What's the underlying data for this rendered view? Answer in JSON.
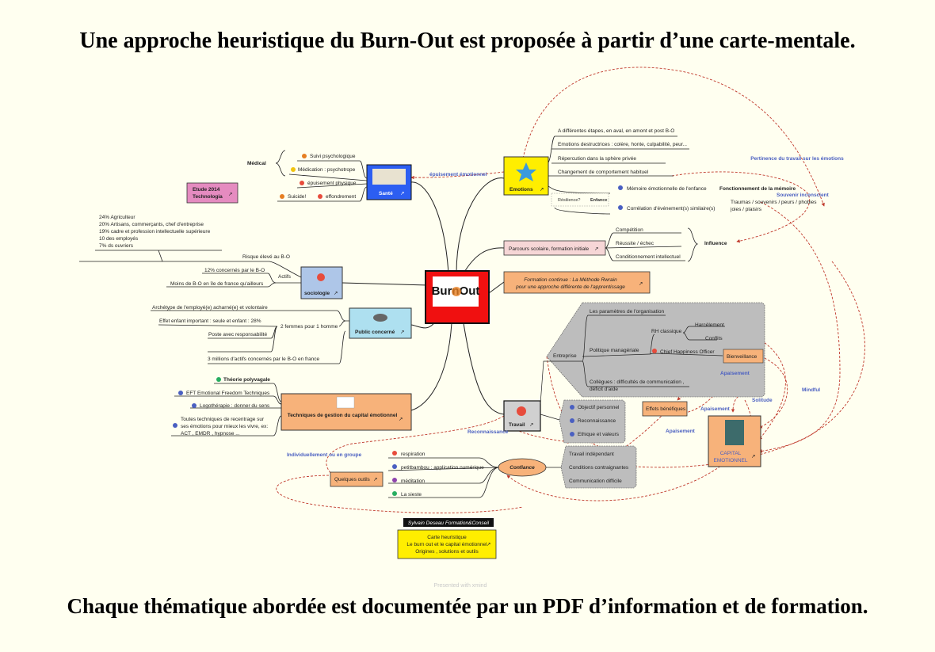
{
  "title": "Une approche heuristique du Burn-Out est proposée à partir d’une carte-mentale.",
  "footer": "Chaque thématique abordée est documentée par un PDF d’information et de formation.",
  "mindmap": {
    "center": "BurnOut",
    "emotions": {
      "label": "Emotions",
      "items": [
        "A différentes étapes, en aval, en amont et post B-O",
        "Emotions destructrices : colère, honte, culpabilité, peur...",
        "Répercution dans la sphère privée",
        "Changement de comportement habituel"
      ],
      "memoire_item": "Mémoire émotionnelle de l'enfance",
      "correlation_item": "Corrélation d'événement(s) similaire(s)",
      "resilience": "Résilience?",
      "enfance": "Enfance",
      "fonctionnement": "Fonctionnement de la mémoire",
      "traumas": "Traumas / souvenirs / peurs / phobies",
      "joies": "joies / plaisirs",
      "pertinence": "Pertinence du travail sur les émotions",
      "souvenir": "Souvenir inconscient"
    },
    "parcours": {
      "label": "Parcours scolaire, formation initiale",
      "items": [
        "Compétition",
        "Réussite / échec",
        "Conditionnement intellectuel"
      ],
      "influence": "Influence"
    },
    "formation": {
      "line1": "Formation continue : La Méthode Rwrain",
      "line2": "pour une approche différente de l'apprentissage"
    },
    "sante": {
      "label": "Santé",
      "edge": "épuisement émotionnel",
      "medical": "Médical",
      "items": [
        "Suivi psychologique",
        "Médication : psychotrope",
        "épuisement physique"
      ],
      "suicide": "Suicide!",
      "effondrement": "effondrement"
    },
    "etude": {
      "line1": "Etude 2014",
      "line2": "Technologia"
    },
    "stats": [
      "24% Agriculteur",
      "20% Artisans, commerçants, chef d'entreprise",
      "19% cadre et profession intellectuelle supérieure",
      "10 des employés",
      "7% ds ouvriers"
    ],
    "sociologie": {
      "label": "sociologie",
      "risque": "Risque élevé au B-O",
      "actifs": "Actifs",
      "items": [
        "12% concernés par le B-O",
        "Moins de B-O en île de france qu'ailleurs"
      ]
    },
    "public": {
      "label": "Public concerné",
      "items": [
        "Archétype de l'employé(e) acharné(e) et volontaire",
        "Effet enfant important : seule et enfant : 28%",
        "Poste avec responsabilité",
        "3 millions d'actifs concernés par le B-O en france"
      ],
      "femmes": "2 femmes pour 1 homme"
    },
    "techniques": {
      "label": "Techniques de gestion du capital émotionnel",
      "items": [
        "Théorie polyvagale",
        "EFT Emotional Freedom Techniques",
        "Logothérapie : donner du sens"
      ],
      "toutes": [
        "Toutes techniques de recentrage sur",
        "ses émotions pour mieux les vivre, ex:",
        "ACT , EMDR , hypnose ..."
      ]
    },
    "outils": {
      "label": "Quelques outils",
      "individuellement": "Individuellement ou en groupe",
      "items": [
        "respiration",
        "petitbambou : application numérique",
        "méditation",
        "La sieste"
      ],
      "confiance": "Confiance"
    },
    "travail": {
      "label": "Travail",
      "reconnaissance_edge": "Reconnaissance",
      "group": [
        "Objectif personnel",
        "Reconnaissance",
        "Ethique et valeurs"
      ],
      "conditions": [
        "Travail indépendant",
        "Conditions contraignantes",
        "Communication difficile"
      ]
    },
    "entreprise": {
      "label": "Entreprise",
      "parametres": "Les paramètres de l'organisation",
      "politique": "Politique managériale",
      "rh": "RH classique",
      "harcelement": "Harcèlement",
      "conflits": "Conflits",
      "chief": "Chief Happiness Officer",
      "bienveillance": "Bienveillance",
      "collegues1": "Collègues : difficultés de communication ,",
      "collegues2": "déficit d'aide"
    },
    "capital": {
      "line1": "CAPITAL",
      "line2": "EMOTIONNEL"
    },
    "effets": "Effets bénéfiques",
    "relations": {
      "apaisement": "Apaisement",
      "solitude": "Solitude",
      "mindful": "Mindful"
    },
    "author": {
      "tag": "Sylvain Deseau  Formation&Conseil",
      "lines": [
        "Carte heuristique",
        "Le burn out et le capital émotionnel",
        "Origines , solutions et outils"
      ]
    },
    "presented": "Presented with xmind"
  }
}
